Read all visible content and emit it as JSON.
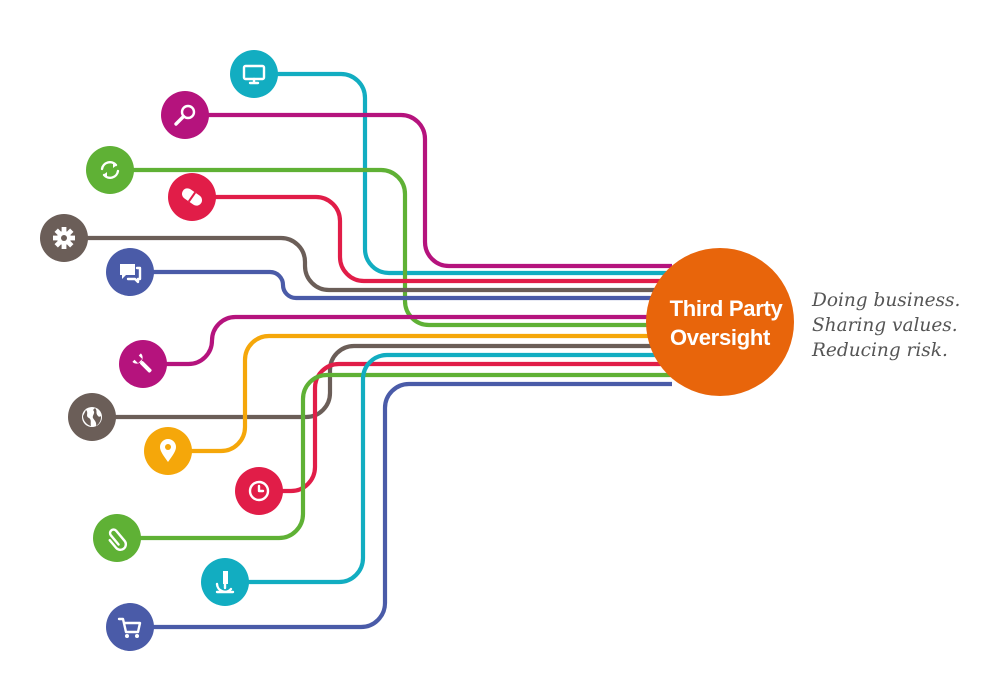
{
  "hub": {
    "line1": "Third Party",
    "line2": "Oversight",
    "color": "#e8650b"
  },
  "tagline": [
    "Doing business.",
    "Sharing values.",
    "Reducing risk."
  ],
  "nodes": [
    {
      "id": "monitor",
      "icon": "monitor-icon",
      "color": "#12adc1"
    },
    {
      "id": "search",
      "icon": "magnifier-icon",
      "color": "#b5137d"
    },
    {
      "id": "refresh",
      "icon": "refresh-icon",
      "color": "#5fb135"
    },
    {
      "id": "pill",
      "icon": "pill-icon",
      "color": "#e11d48"
    },
    {
      "id": "settings",
      "icon": "gear-icon",
      "color": "#6b5e58"
    },
    {
      "id": "chat",
      "icon": "chat-icon",
      "color": "#4a5ba8"
    },
    {
      "id": "tools",
      "icon": "wrench-icon",
      "color": "#b5137d"
    },
    {
      "id": "globe",
      "icon": "globe-icon",
      "color": "#6b5e58"
    },
    {
      "id": "location",
      "icon": "map-pin-icon",
      "color": "#f5a70a"
    },
    {
      "id": "clock",
      "icon": "clock-icon",
      "color": "#e11d48"
    },
    {
      "id": "attachment",
      "icon": "paperclip-icon",
      "color": "#5fb135"
    },
    {
      "id": "microscope",
      "icon": "microscope-icon",
      "color": "#12adc1"
    },
    {
      "id": "cart",
      "icon": "shopping-cart-icon",
      "color": "#4a5ba8"
    }
  ]
}
